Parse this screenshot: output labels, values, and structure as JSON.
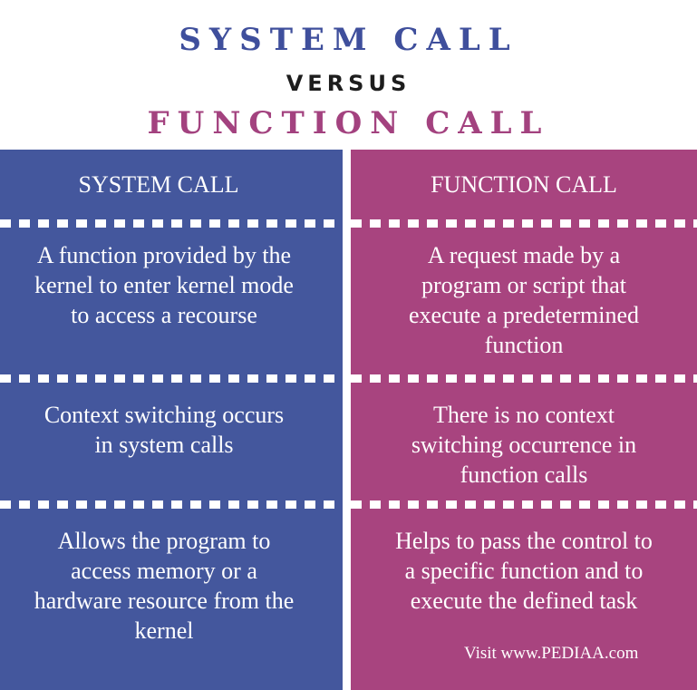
{
  "title": {
    "line1": "SYSTEM CALL",
    "line2": "VERSUS",
    "line3": "FUNCTION CALL"
  },
  "columns": [
    {
      "header": "SYSTEM CALL",
      "rows": [
        "A function provided by the\nkernel to enter kernel mode\nto access a recourse",
        "Context switching occurs\nin system calls",
        "Allows the program to\naccess memory or a\nhardware resource from the\nkernel"
      ]
    },
    {
      "header": "FUNCTION CALL",
      "rows": [
        "A request made by a\nprogram or script that\nexecute a predetermined\nfunction",
        "There is no context\nswitching occurrence in\nfunction calls",
        "Helps to pass the control to\na specific function and to\nexecute the defined task"
      ]
    }
  ],
  "footer": "Visit www.PEDIAA.com",
  "colors": {
    "system_call": "#44579d",
    "function_call": "#a8447f",
    "title_blue": "#3f4f9c",
    "title_magenta": "#a3427f"
  }
}
